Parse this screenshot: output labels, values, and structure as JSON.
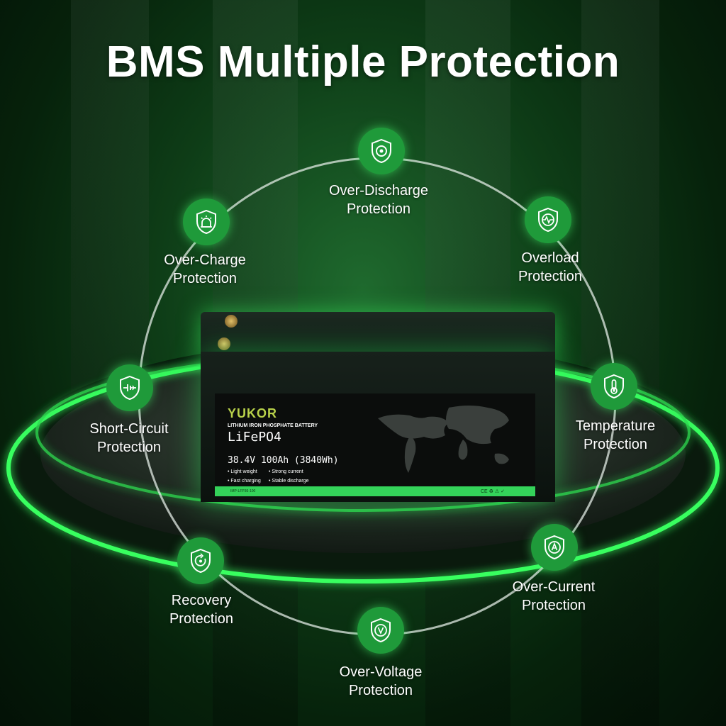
{
  "title": "BMS Multiple Protection",
  "battery": {
    "brand": "YUKOR",
    "chemistry": "LITHIUM IRON PHOSPHATE BATTERY",
    "type": "LiFePO4",
    "spec": "38.4V 100Ah (3840Wh)",
    "features": [
      "• Light weight",
      "• Strong current",
      "• Fast charging",
      "• Stable discharge"
    ],
    "model": "IMP-LFP36-100",
    "certs": "CE ♻ ⚠ ✓"
  },
  "protections": [
    {
      "line1": "Over-Discharge",
      "line2": "Protection",
      "icon": "disc-icon"
    },
    {
      "line1": "Overload",
      "line2": "Protection",
      "icon": "pulse-icon"
    },
    {
      "line1": "Temperature",
      "line2": "Protection",
      "icon": "thermometer-icon"
    },
    {
      "line1": "Over-Current",
      "line2": "Protection",
      "icon": "ampere-icon"
    },
    {
      "line1": "Over-Voltage",
      "line2": "Protection",
      "icon": "voltage-icon"
    },
    {
      "line1": "Recovery",
      "line2": "Protection",
      "icon": "recovery-icon"
    },
    {
      "line1": "Short-Circuit",
      "line2": "Protection",
      "icon": "circuit-icon"
    },
    {
      "line1": "Over-Charge",
      "line2": "Protection",
      "icon": "alarm-icon"
    }
  ],
  "colors": {
    "accent": "#1f9a3a",
    "glow": "#3cff64"
  }
}
